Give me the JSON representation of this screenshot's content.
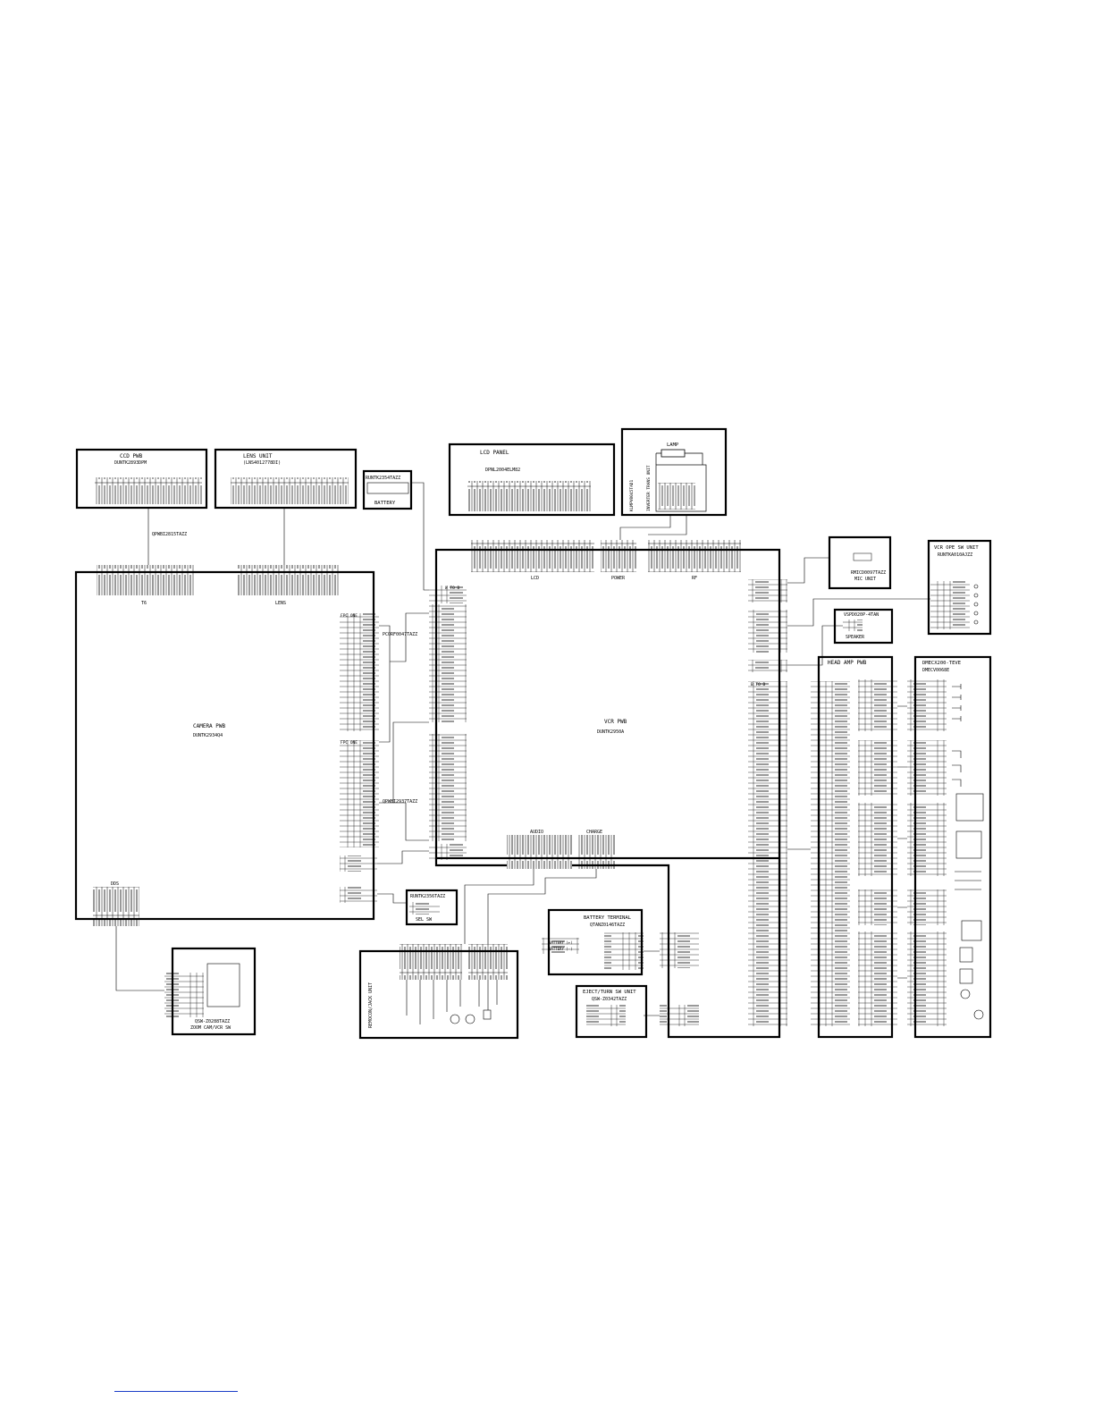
{
  "boards": {
    "ccd": {
      "title": "CCD PWB",
      "code": "DUNTK2893DPM"
    },
    "lens": {
      "title": "LENS UNIT",
      "code": "(LNS4012778DI)"
    },
    "battery": {
      "code": "RUNTK2354TAZZ",
      "name": "BATTERY"
    },
    "lcd": {
      "title": "LCD PANEL",
      "code": "DPNL2004ELM82"
    },
    "inverter": {
      "code": "KLMPV0045TAD1",
      "name": "INVERTER TRANS UNIT"
    },
    "lamp": {
      "name": "LAMP"
    },
    "mic": {
      "code": "RMICD0097TAZZ",
      "name": "MIC UNIT"
    },
    "vcr_ope": {
      "title": "VCR OPE SW UNIT",
      "code": "RUNTKA010AJZZ"
    },
    "speaker": {
      "code": "VSPD020P-4TAN",
      "name": "SPEAKER"
    },
    "camera": {
      "title": "CAMERA PWB",
      "code": "DUNTK2934Q4"
    },
    "vcr": {
      "title": "VCR PWB",
      "code": "DUNTK2950A"
    },
    "head_amp": {
      "title": "HEAD AMP PWB"
    },
    "mechanism": {
      "title": "DMECX200-TEVE",
      "code": "DMECV0068E"
    },
    "sel_sw": {
      "code": "RUNTK2356TAZZ",
      "name": "SEL SW"
    },
    "zoom_sw": {
      "code": "QSW-Z0288TAZZ",
      "name": "ZOOM CAM/VCR SW"
    },
    "remocon": {
      "name": "REMOCON/JACK UNIT"
    },
    "batt_terminal": {
      "title": "BATTERY TERMINAL",
      "code": "QTANZ0146TAZZ"
    },
    "eject": {
      "title": "EJECT/TURN SW UNIT",
      "code": "QSW-Z0342TAZZ"
    }
  },
  "cables": {
    "ccd_lens": "QPWBI2815TAZZ",
    "fpc_camera_vcr": "PCORF0047TAZZ",
    "pwb_camera_vcr": "QPWBI2937TAZZ"
  },
  "connectors": {
    "t6": "T6",
    "lens": "LENS",
    "lcd": "LCD",
    "power": "POWER",
    "rf": "RF",
    "audio": "AUDIO",
    "charge": "CHARGE",
    "dds": "DDS",
    "fpc": "FPC ONE",
    "to": "W TO B",
    "bt": "B TO B"
  },
  "battery_terminal_pins": [
    "BATTERY (+)",
    "BATTERY (-)"
  ]
}
